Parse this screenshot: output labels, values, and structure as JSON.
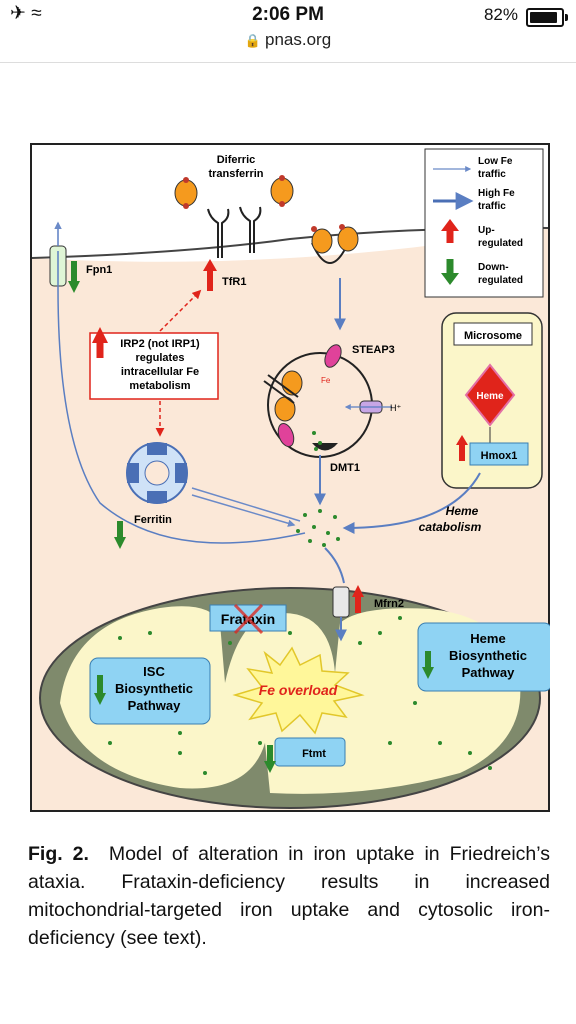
{
  "status_bar": {
    "left_icons": "✈ ≈",
    "time": "2:06 PM",
    "battery_percent": "82%",
    "battery_level": 0.82
  },
  "browser": {
    "url": "pnas.org"
  },
  "figure": {
    "labels": {
      "diferric_transferrin": [
        "Diferric",
        "transferrin"
      ],
      "fpn1": "Fpn1",
      "tfr1": "TfR1",
      "irp2_box": [
        "IRP2 (not IRP1)",
        "regulates",
        "intracellular Fe",
        "metabolism"
      ],
      "steap3": "STEAP3",
      "h_plus": "H⁺",
      "fe": "Fe",
      "dmt1": "DMT1",
      "ferritin": "Ferritin",
      "microsome": "Microsome",
      "heme": "Heme",
      "hmox1": "Hmox1",
      "heme_catabolism": [
        "Heme",
        "catabolism"
      ],
      "mfrn2": "Mfrn2",
      "frataxin": "Frataxin",
      "fe_overload": "Fe overload",
      "isc_pathway": [
        "ISC",
        "Biosynthetic",
        "Pathway"
      ],
      "heme_pathway": [
        "Heme",
        "Biosynthetic",
        "Pathway"
      ],
      "ftmt": "Ftmt"
    },
    "legend": {
      "low_fe": [
        "Low Fe",
        "traffic"
      ],
      "high_fe": [
        "High Fe",
        "traffic"
      ],
      "up": [
        "Up-",
        "regulated"
      ],
      "down": [
        "Down-",
        "regulated"
      ]
    },
    "colors": {
      "cell_bg": "#fbe8d8",
      "mito_outer": "#7f8a6c",
      "mito_inner": "#fbf6c9",
      "up_red": "#e0241b",
      "down_green": "#2c8a2c",
      "box_blue": "#8fd3f3",
      "traffic_blue": "#5a7ec2",
      "iron_green": "#2c8a2c"
    }
  },
  "caption": {
    "figure_label": "Fig. 2.",
    "text": "Model of alteration in iron uptake in Friedreich’s ataxia. Frataxin-deficiency results in increased mitochondrial-targeted iron uptake and cytosolic iron-deficiency (see text)."
  }
}
